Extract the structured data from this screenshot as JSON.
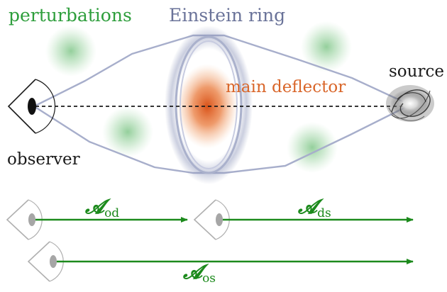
{
  "labels": {
    "perturbations": "perturbations",
    "einstein_ring": "Einstein ring",
    "main_deflector": "main deflector",
    "source": "source",
    "observer": "observer"
  },
  "arrows": {
    "od": {
      "symbol": "𝓐",
      "subscript": "od"
    },
    "ds": {
      "symbol": "𝓐",
      "subscript": "ds"
    },
    "os": {
      "symbol": "𝓐",
      "subscript": "os"
    }
  },
  "colors": {
    "perturbations": "#2e9e3c",
    "einstein_ring": "#6a7399",
    "main_deflector": "#d9662a",
    "arrow_green": "#1c8a1c",
    "ray": "#a7aecb",
    "text": "#1a1a1a"
  },
  "icons": {
    "observer": "eye-icon",
    "source": "galaxy-icon"
  }
}
